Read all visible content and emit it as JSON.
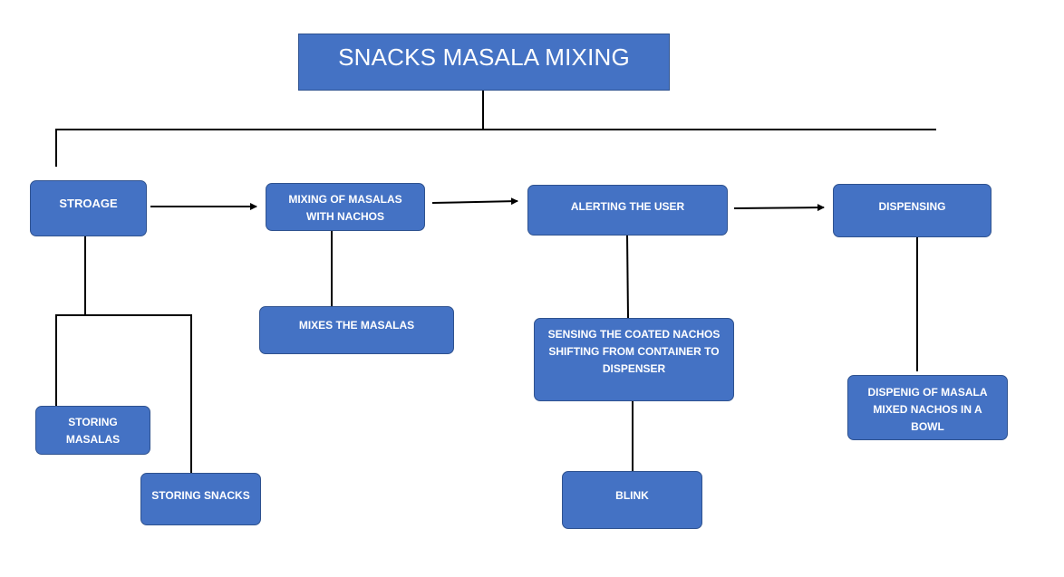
{
  "diagram": {
    "title": "SNACKS MASALA MIXING",
    "nodes": {
      "stroage": "STROAGE",
      "mixing": "MIXING OF MASALAS WITH NACHOS",
      "alerting": "ALERTING THE USER",
      "dispensing": "DISPENSING",
      "storing_masalas": "STORING MASALAS",
      "storing_snacks": "STORING SNACKS",
      "mixes": "MIXES THE MASALAS",
      "sensing": "SENSING THE COATED NACHOS SHIFTING FROM CONTAINER TO DISPENSER",
      "blink": "BLINK",
      "dispenig": "DISPENIG OF MASALA MIXED NACHOS IN A BOWL"
    },
    "colors": {
      "box_fill": "#4472c4",
      "box_border": "#2f528f",
      "text": "#ffffff",
      "line": "#000000"
    }
  }
}
